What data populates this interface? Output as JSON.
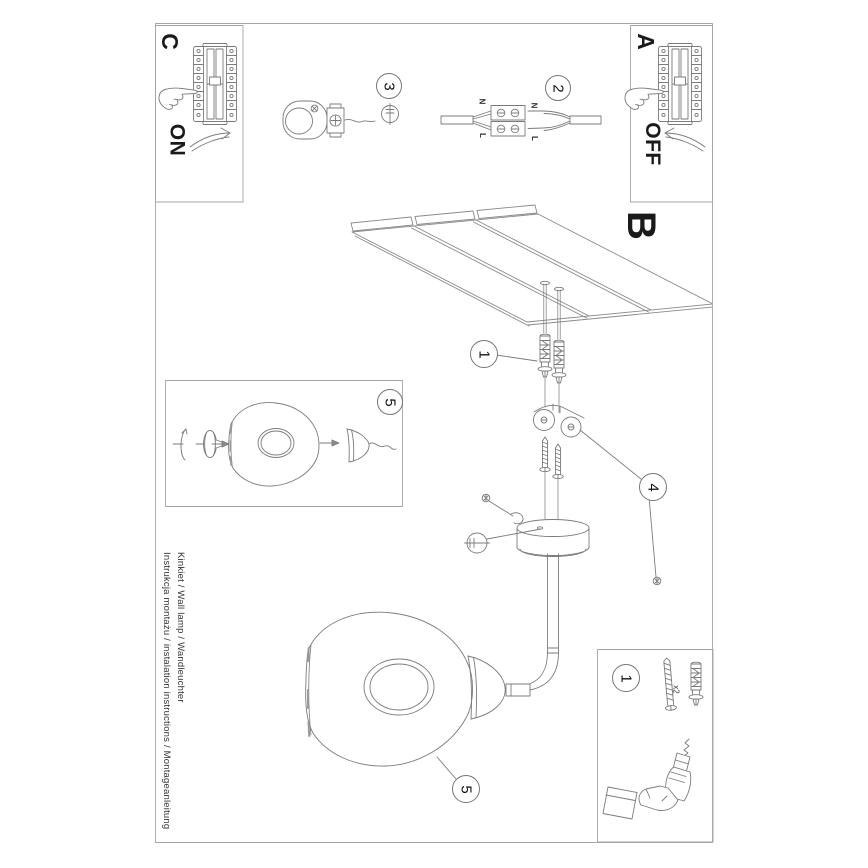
{
  "page": {
    "background": "#ffffff",
    "line_color": "#7b7b7b",
    "frame_color": "#a5a5a5",
    "text_color": "#1a1a1a"
  },
  "footer": {
    "line1": "Instrukcja montażu / instalation instructions / Montageanleitung",
    "line2": "Kinkiet / Wall lamp / Wandleuchter"
  },
  "sections": {
    "box_c": {
      "label": "C",
      "state": "ON"
    },
    "box_a": {
      "label": "A",
      "state": "OFF"
    },
    "section_b": {
      "label": "B"
    }
  },
  "steps": {
    "one": "1",
    "two": "2",
    "three": "3",
    "four": "4",
    "five": "5"
  },
  "wiring": {
    "left_top": "N",
    "left_bottom": "L",
    "right_top": "N",
    "right_bottom": "L"
  },
  "parts_box": {
    "quantity": "x2"
  },
  "icons": {
    "flathead_screw": "circle-with-slot",
    "screw_head": "circle-with-cross",
    "rotation_arrow": "curved-arc",
    "power_arrow": "curved-swoosh"
  }
}
